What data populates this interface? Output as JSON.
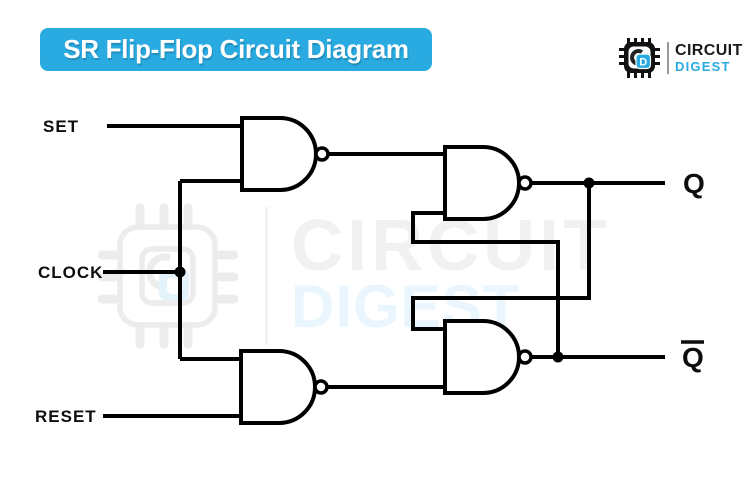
{
  "header": {
    "title": "SR Flip-Flop Circuit Diagram",
    "logo": {
      "brand": "CIRCUIT",
      "brand2": "DIGEST",
      "monogram": "D"
    }
  },
  "circuit": {
    "inputs": [
      {
        "label": "SET"
      },
      {
        "label": "CLOCK"
      },
      {
        "label": "RESET"
      }
    ],
    "outputs": [
      {
        "label": "Q",
        "overline": false
      },
      {
        "label": "Q",
        "overline": true
      }
    ],
    "gates": [
      {
        "id": "nand-set",
        "type": "NAND"
      },
      {
        "id": "nand-q",
        "type": "NAND"
      },
      {
        "id": "nand-reset",
        "type": "NAND"
      },
      {
        "id": "nand-qbar",
        "type": "NAND"
      }
    ]
  },
  "watermark": {
    "line1": "CIRCUIT",
    "line2": "DIGEST"
  },
  "colors": {
    "accent_blue": "#29abe2",
    "wire": "#000000",
    "watermark_gray": "#f1f1f1",
    "watermark_blue": "#e9f6fd"
  }
}
